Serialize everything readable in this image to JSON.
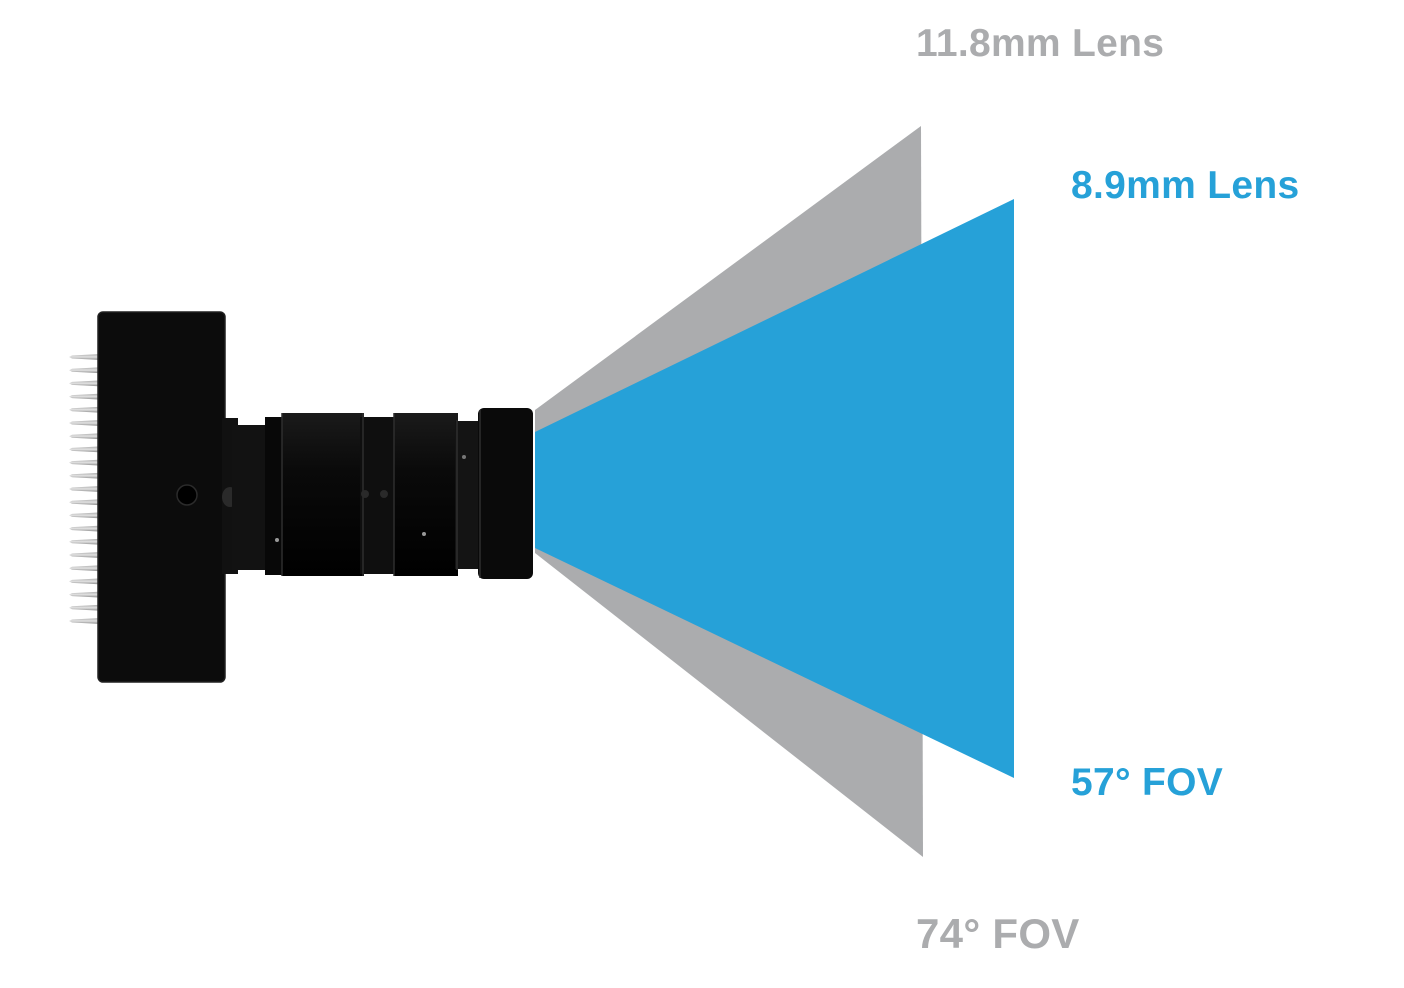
{
  "colors": {
    "wide_lens": "#abacae",
    "narrow_lens": "#26a1d8",
    "camera_body": "#0c0c0c",
    "background": "#ffffff"
  },
  "lenses": {
    "wide": {
      "lens_label": "11.8mm Lens",
      "fov_label": "74° FOV",
      "fov_degrees": 74
    },
    "narrow": {
      "lens_label": "8.9mm Lens",
      "fov_label": "57° FOV",
      "fov_degrees": 57
    }
  }
}
